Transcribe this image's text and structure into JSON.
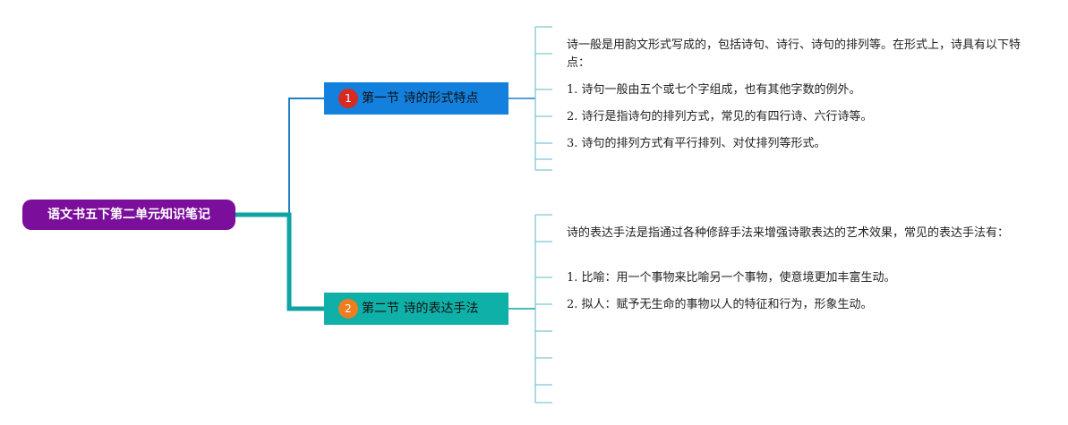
{
  "root": {
    "label": "语文书五下第二单元知识笔记"
  },
  "branches": [
    {
      "badge": "1",
      "badge_color": "#d62b22",
      "fill_color": "#1380dd",
      "line_color": "#1e7fc6",
      "label": "第一节 诗的形式特点",
      "items": [
        "诗一般是用韵文形式写成的，包括诗句、诗行、诗句的排列等。在形式上，诗具有以下特点：",
        "1. 诗句一般由五个或七个字组成，也有其他字数的例外。",
        "2. 诗行是指诗句的排列方式，常见的有四行诗、六行诗等。",
        "3. 诗句的排列方式有平行排列、对仗排列等形式。"
      ]
    },
    {
      "badge": "2",
      "badge_color": "#ee7d1f",
      "fill_color": "#0fb0a8",
      "line_color": "#0fa3a3",
      "label": "第二节 诗的表达手法",
      "items": [
        "诗的表达手法是指通过各种修辞手法来增强诗歌表达的艺术效果，常见的表达手法有：",
        "1. 比喻：用一个事物来比喻另一个事物，使意境更加丰富生动。",
        "2. 拟人：赋予无生命的事物以人的特征和行为，形象生动。"
      ]
    }
  ],
  "colors": {
    "root_fill": "#7b0f9b",
    "bracket_line": "#7fc5d3"
  }
}
